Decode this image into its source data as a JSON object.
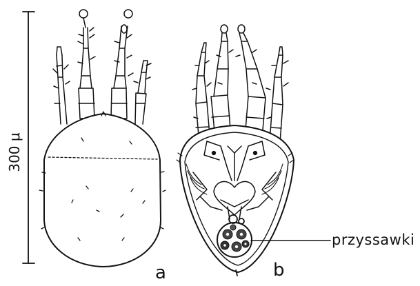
{
  "figure": {
    "scale_bar_label": "300 μ",
    "panel_a_label": "a",
    "panel_b_label": "b",
    "callout_label": "przyssawki"
  },
  "colors": {
    "ink": "#111111",
    "background": "#ffffff"
  }
}
